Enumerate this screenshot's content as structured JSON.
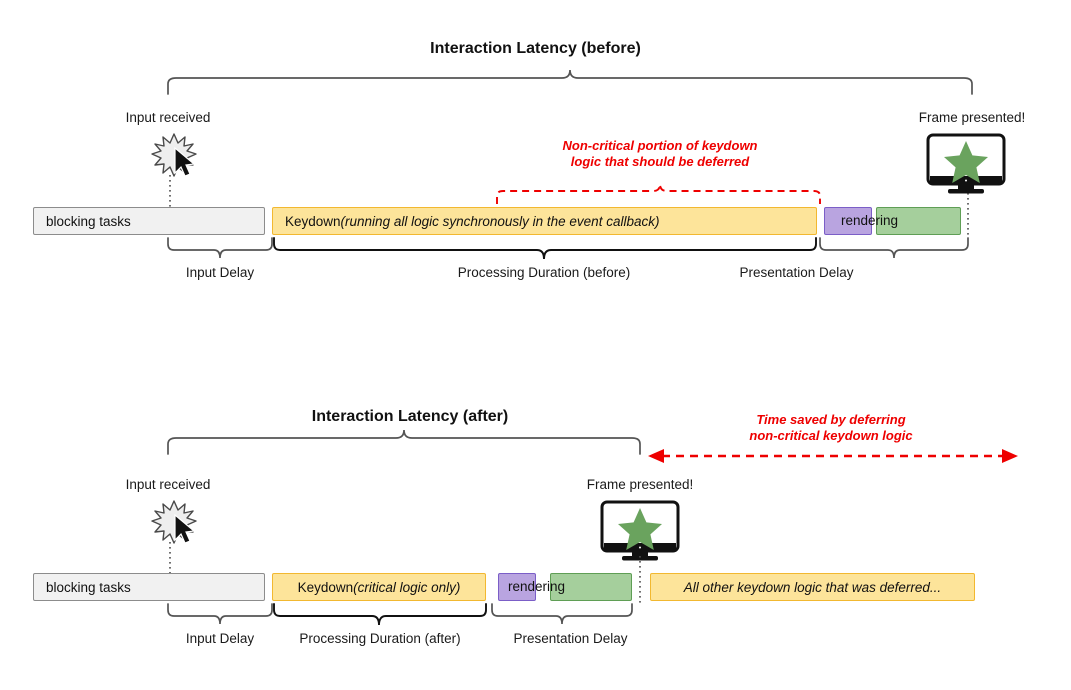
{
  "page": {
    "background": "#ffffff",
    "accent_red": "#ee0000",
    "bar_yellow": "#fde49a",
    "bar_yellow_border": "#f2b830",
    "bar_gray": "#f1f1f1",
    "bar_gray_border": "#8c8c8c",
    "bar_purple": "#b9a4e0",
    "bar_purple_border": "#7b5ec7",
    "bar_green": "#a5cf9c",
    "bar_green_border": "#5f9e55",
    "star_green": "#6aa35e"
  },
  "before": {
    "title": "Interaction Latency (before)",
    "input_label": "Input received",
    "frame_label": "Frame presented!",
    "annotation_line1": "Non-critical portion of keydown",
    "annotation_line2": "logic that should be deferred",
    "bars": {
      "blocking": "blocking tasks",
      "keydown_main": "Keydown ",
      "keydown_detail": "(running all logic synchronously in the event callback)",
      "rendering": "rendering"
    },
    "phases": {
      "input_delay": "Input Delay",
      "processing": "Processing Duration (before)",
      "presentation": "Presentation Delay"
    },
    "icons": {
      "spark": "spark-burst-icon",
      "cursor": "mouse-cursor-icon",
      "monitor": "monitor-icon",
      "star": "star-icon"
    }
  },
  "after": {
    "title": "Interaction Latency (after)",
    "input_label": "Input received",
    "frame_label": "Frame presented!",
    "annotation_line1": "Time saved by deferring",
    "annotation_line2": "non-critical keydown logic",
    "bars": {
      "blocking": "blocking tasks",
      "keydown_main": "Keydown ",
      "keydown_detail": "(critical logic only)",
      "rendering": "rendering",
      "deferred": "All other keydown logic that was deferred..."
    },
    "phases": {
      "input_delay": "Input Delay",
      "processing": "Processing Duration (after)",
      "presentation": "Presentation Delay"
    },
    "icons": {
      "spark": "spark-burst-icon",
      "cursor": "mouse-cursor-icon",
      "monitor": "monitor-icon",
      "star": "star-icon"
    }
  }
}
